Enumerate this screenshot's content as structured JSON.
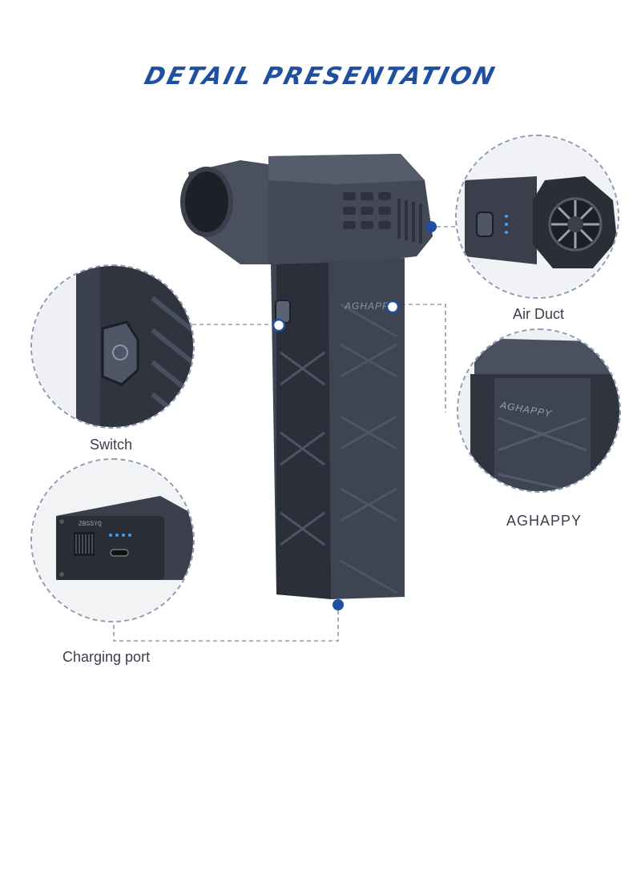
{
  "header": {
    "title": "DETAIL PRESENTATION"
  },
  "product": {
    "brand_mark": "AGHAPPY",
    "port_panel_text": "ZBSSYQ"
  },
  "callouts": [
    {
      "key": "switch",
      "label": "Switch"
    },
    {
      "key": "charging",
      "label": "Charging port"
    },
    {
      "key": "air_duct",
      "label": "Air Duct"
    },
    {
      "key": "brand",
      "label": "AGHAPPY"
    }
  ],
  "colors": {
    "title": "#1f4f9e",
    "marker": "#1f4f9e",
    "dash": "#8f9bb0",
    "device_body": "#3e4452",
    "device_dark": "#2b2f39",
    "led": "#3aa0ff"
  }
}
